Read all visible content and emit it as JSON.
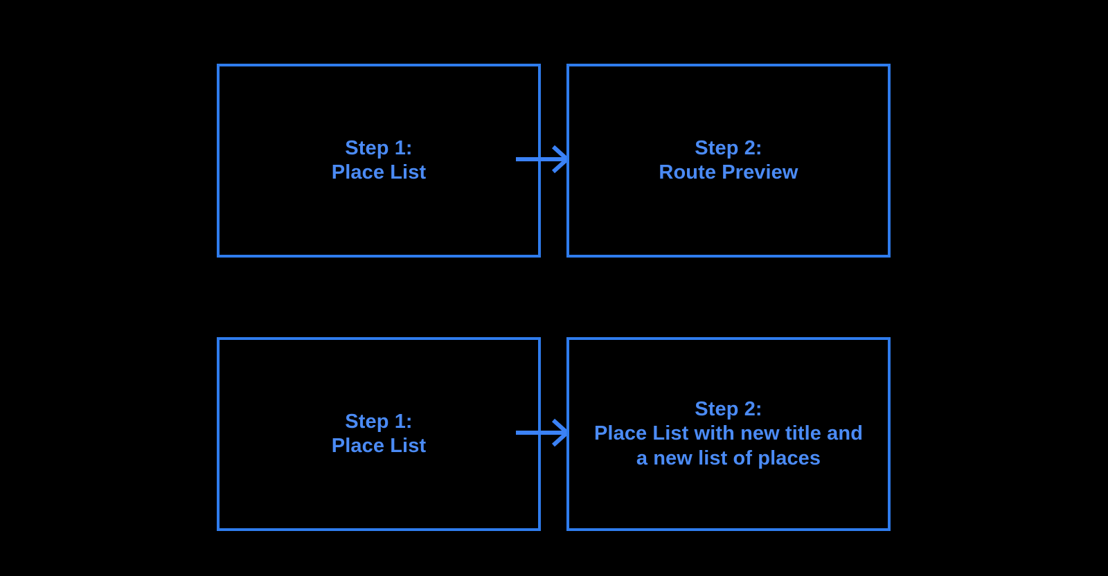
{
  "diagram": {
    "type": "flow-diagram",
    "background_color": "#000000",
    "accent_color": "#2f7ced",
    "text_color": "#4b8bf5",
    "flows": [
      {
        "id": "flow-route-preview",
        "steps": [
          {
            "id": "step-1-place-list",
            "label": "Step 1:\nPlace List"
          },
          {
            "id": "step-2-route-preview",
            "label": "Step 2:\nRoute Preview"
          }
        ],
        "connector": {
          "id": "arrow-top",
          "icon": "arrow-right-icon"
        }
      },
      {
        "id": "flow-new-place-list",
        "steps": [
          {
            "id": "step-1-place-list",
            "label": "Step 1:\nPlace List"
          },
          {
            "id": "step-2-new-place-list",
            "label": "Step 2:\nPlace List with new title and\na new list of places"
          }
        ],
        "connector": {
          "id": "arrow-bottom",
          "icon": "arrow-right-icon"
        }
      }
    ]
  }
}
